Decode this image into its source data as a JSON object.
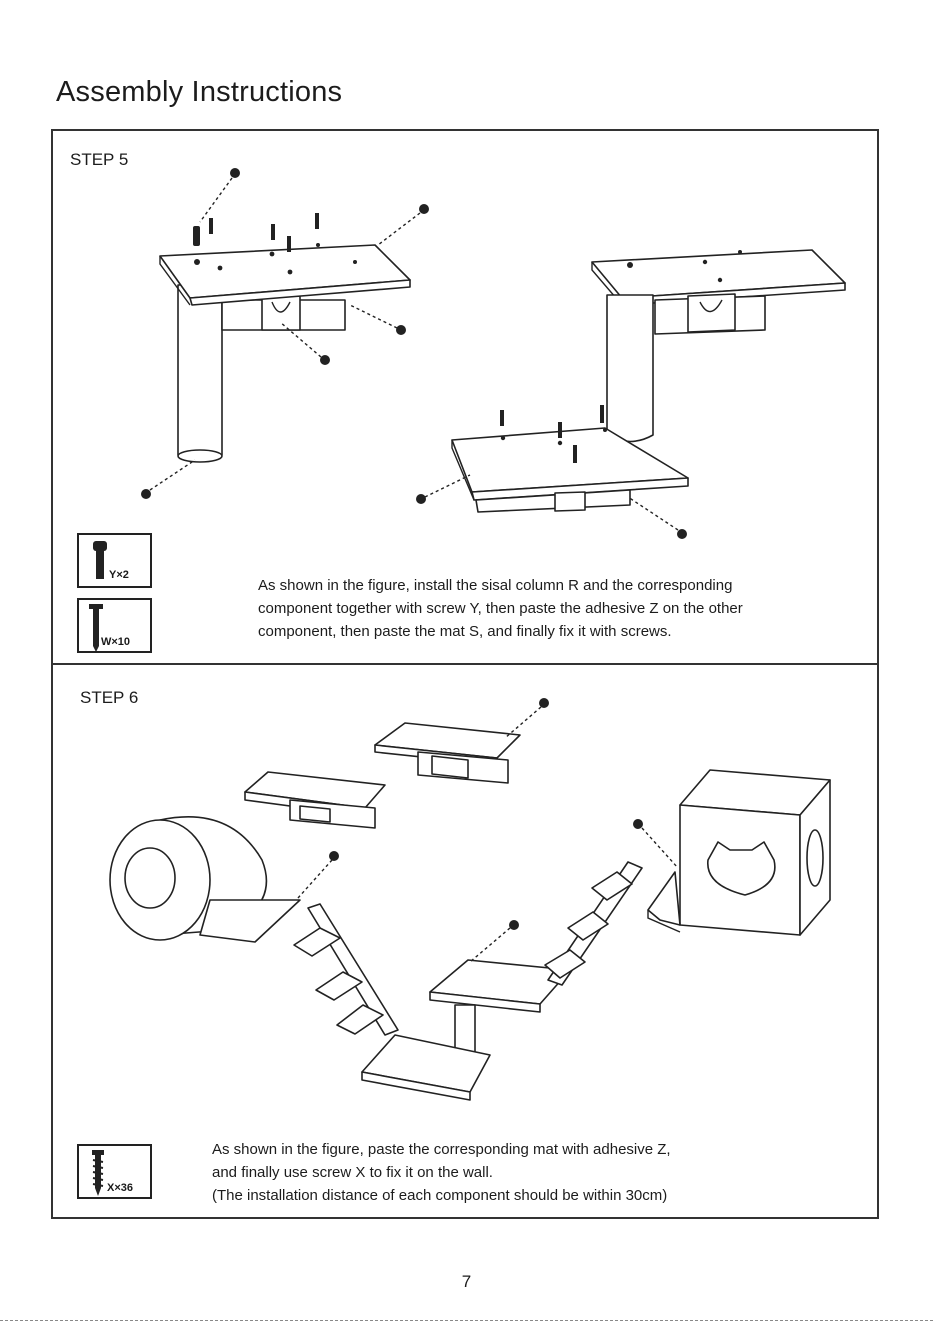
{
  "page": {
    "title": "Assembly Instructions",
    "page_number": "7"
  },
  "step5": {
    "label": "STEP 5",
    "hardware": [
      {
        "icon": "screw-y-icon",
        "label": "Y×2"
      },
      {
        "icon": "screw-w-icon",
        "label": "W×10"
      }
    ],
    "description": [
      "As shown in the figure, install the sisal column R and the corresponding",
      "component together with screw Y, then paste the adhesive Z on the other",
      "component, then paste the mat S, and finally fix it with screws."
    ]
  },
  "step6": {
    "label": "STEP 6",
    "hardware": [
      {
        "icon": "screw-x-icon",
        "label": "X×36"
      }
    ],
    "description": [
      "As shown in the figure, paste the corresponding mat with adhesive Z,",
      "and finally use screw X to fix it on the wall.",
      "(The installation distance of each component should be within 30cm)"
    ]
  },
  "colors": {
    "frame": "#333333",
    "text": "#1c1c1c",
    "background": "#ffffff"
  }
}
